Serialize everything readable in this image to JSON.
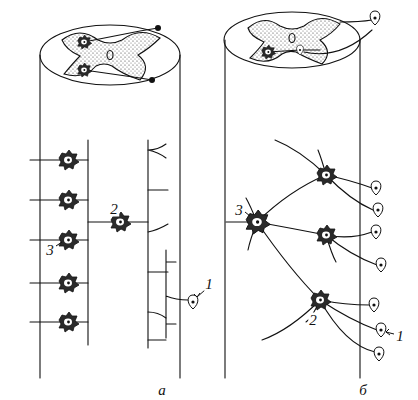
{
  "diagram": {
    "labels": [
      "3",
      "2",
      "1",
      "а",
      "3",
      "2",
      "1",
      "б"
    ]
  }
}
